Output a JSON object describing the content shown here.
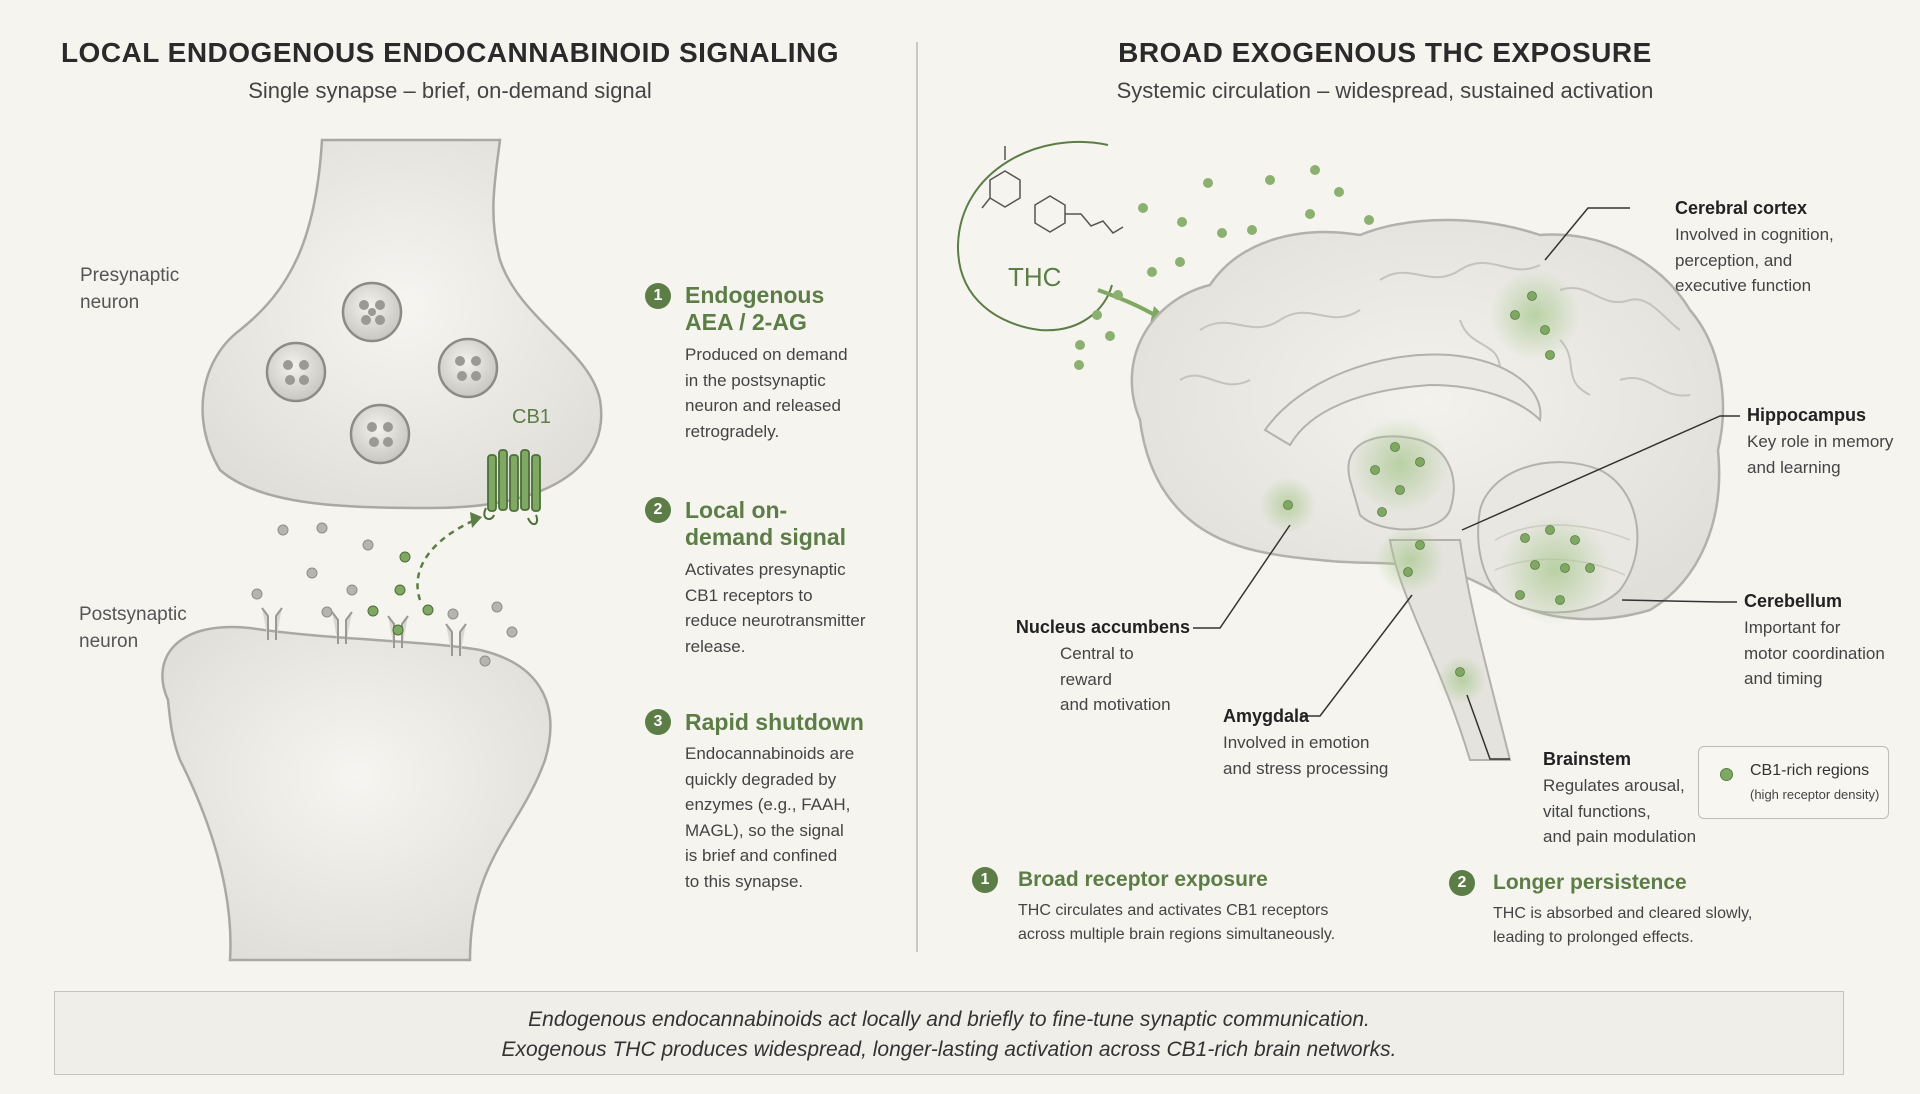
{
  "left_panel": {
    "title": "LOCAL ENDOGENOUS ENDOCANNABINOID SIGNALING",
    "subtitle": "Single synapse – brief, on-demand signal",
    "presynaptic_label": [
      "Presynaptic",
      "neuron"
    ],
    "postsynaptic_label": [
      "Postsynaptic",
      "neuron"
    ],
    "receptor_label": "CB1",
    "steps": [
      {
        "number": "1",
        "title": [
          "Endogenous",
          "AEA / 2-AG"
        ],
        "body": [
          "Produced on demand",
          "in the postsynaptic",
          "neuron and released",
          "retrogradely."
        ]
      },
      {
        "number": "2",
        "title": [
          "Local on-",
          "demand signal"
        ],
        "body": [
          "Activates presynaptic",
          "CB1 receptors to",
          "reduce neurotransmitter",
          "release."
        ]
      },
      {
        "number": "3",
        "title": [
          "Rapid shutdown"
        ],
        "body": [
          "Endocannabinoids are",
          "quickly degraded by",
          "enzymes (e.g., FAAH,",
          "MAGL), so the signal",
          "is brief and confined",
          "to this synapse."
        ]
      }
    ]
  },
  "right_panel": {
    "title": "BROAD EXOGENOUS THC EXPOSURE",
    "subtitle": "Systemic circulation – widespread, sustained activation",
    "molecule_label": "THC",
    "regions": [
      {
        "id": "cortex",
        "title": "Cerebral cortex",
        "body": [
          "Involved in cognition,",
          "perception, and",
          "executive function"
        ]
      },
      {
        "id": "hippocampus",
        "title": "Hippocampus",
        "body": [
          "Key role in memory",
          "and learning"
        ]
      },
      {
        "id": "cerebellum",
        "title": "Cerebellum",
        "body": [
          "Important for",
          "motor coordination",
          "and timing"
        ]
      },
      {
        "id": "accumbens",
        "title": "Nucleus accumbens",
        "body": [
          "Central to reward",
          "and motivation"
        ]
      },
      {
        "id": "amygdala",
        "title": "Amygdala",
        "body": [
          "Involved in emotion",
          "and stress processing"
        ]
      },
      {
        "id": "brainstem",
        "title": "Brainstem",
        "body": [
          "Regulates arousal,",
          "vital functions,",
          "and pain modulation"
        ]
      }
    ],
    "legend": {
      "label": "CB1-rich regions",
      "note": "(high receptor density)"
    },
    "points": [
      {
        "number": "1",
        "title": "Broad receptor exposure",
        "body": [
          "THC circulates and activates CB1 receptors",
          "across multiple brain regions simultaneously."
        ]
      },
      {
        "number": "2",
        "title": "Longer persistence",
        "body": [
          "THC is absorbed and cleared slowly,",
          "leading to prolonged effects."
        ]
      }
    ]
  },
  "footer": {
    "line1": "Endogenous endocannabinoids act locally and briefly to fine-tune synaptic communication.",
    "line2": "Exogenous THC produces widespread, longer-lasting activation across CB1-rich brain networks."
  },
  "colors": {
    "accent_green": "#5c7d46",
    "cb1_dot": "#7fa862",
    "background": "#f5f4ef"
  }
}
